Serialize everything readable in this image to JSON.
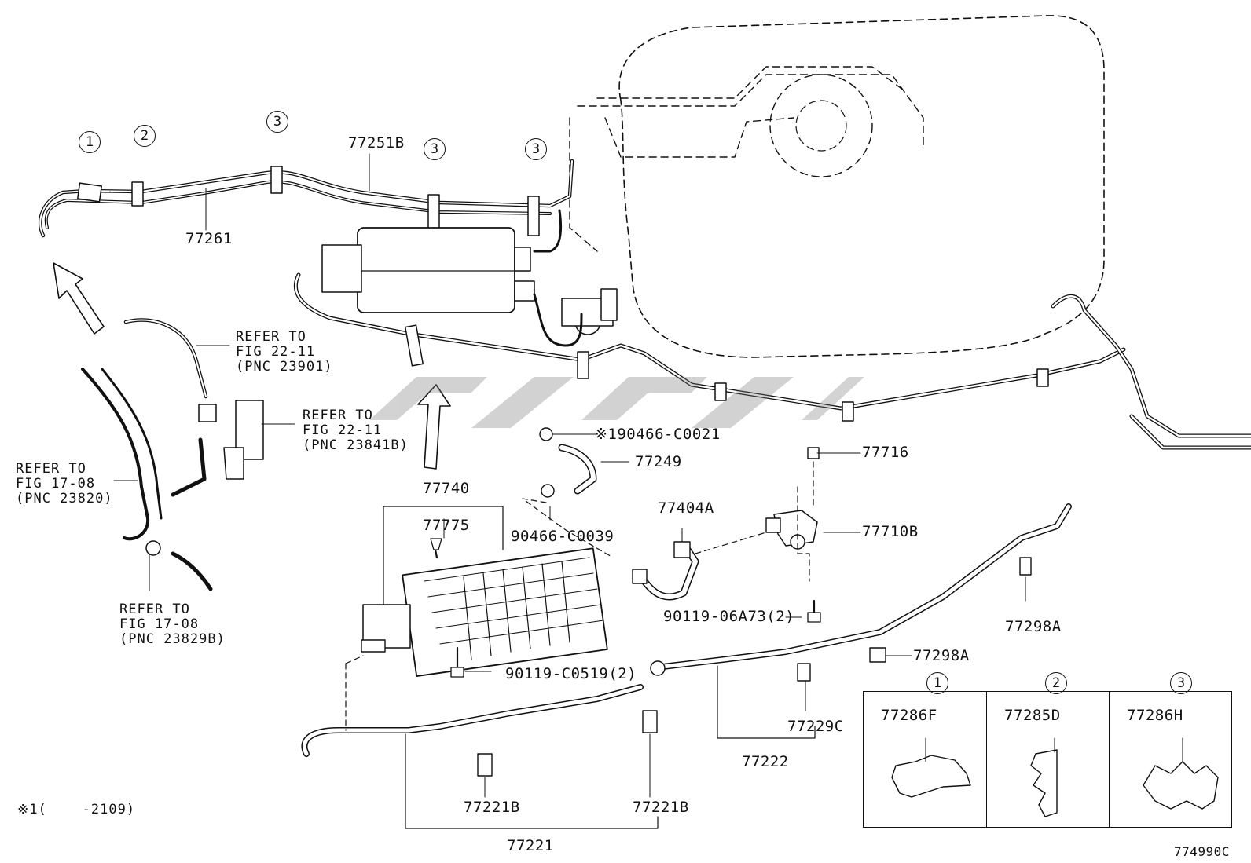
{
  "parts": {
    "p77261": "77261",
    "p77251B": "77251B",
    "p77740": "77740",
    "p77775": "77775",
    "p190466": "※190466-C0021",
    "p77249": "77249",
    "p90466": "90466-C0039",
    "p77404A": "77404A",
    "p77716": "77716",
    "p77710B": "77710B",
    "p90119_06A73": "90119-06A73(2)",
    "p90119_C0519": "90119-C0519(2)",
    "p77298A_1": "77298A",
    "p77298A_2": "77298A",
    "p77229C": "77229C",
    "p77222": "77222",
    "p77221B_1": "77221B",
    "p77221B_2": "77221B",
    "p77221": "77221"
  },
  "refs": {
    "r1": "REFER TO\nFIG 22-11\n(PNC 23901)",
    "r2": "REFER TO\nFIG 22-11\n(PNC 23841B)",
    "r3": "REFER TO\nFIG 17-08\n(PNC 23820)",
    "r4": "REFER TO\nFIG 17-08\n(PNC 23829B)"
  },
  "callouts": [
    "1",
    "2",
    "3",
    "3",
    "3"
  ],
  "legend": [
    {
      "num": "1",
      "part": "77286F"
    },
    {
      "num": "2",
      "part": "77285D"
    },
    {
      "num": "3",
      "part": "77286H"
    }
  ],
  "footnote": "※1(    -2109)",
  "figure_id": "774990C"
}
